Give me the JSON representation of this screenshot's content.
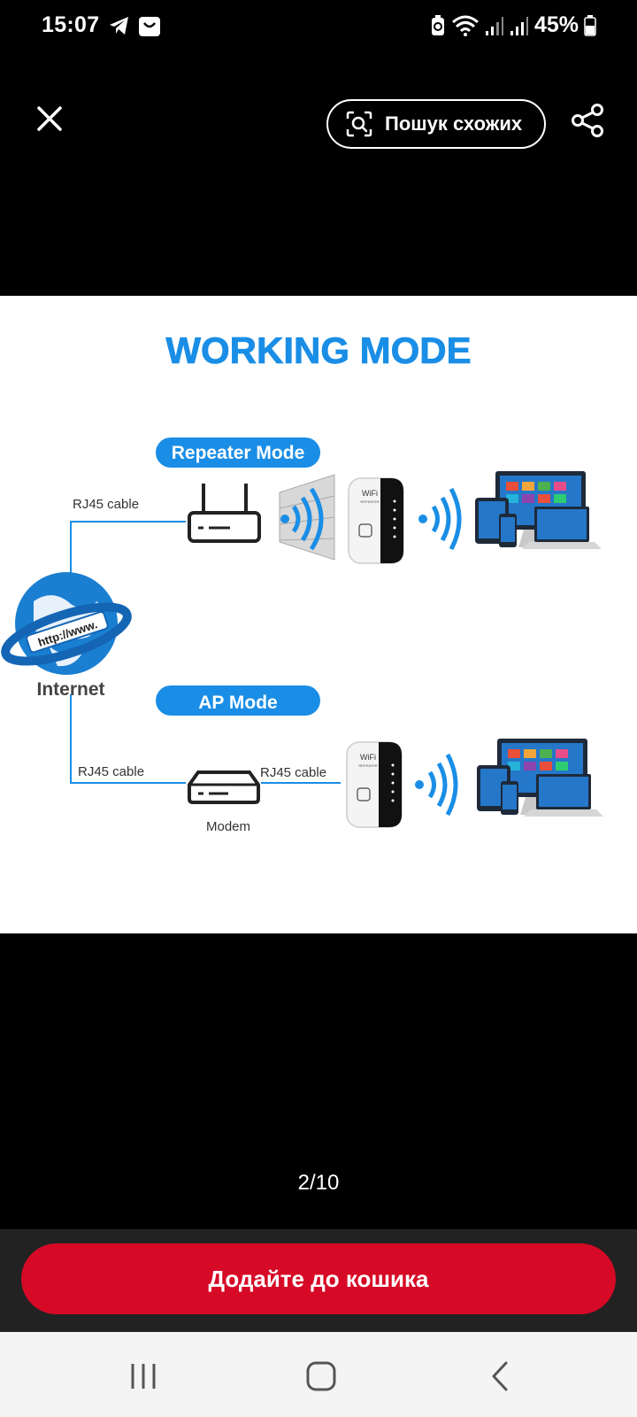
{
  "status_bar": {
    "time": "15:07",
    "battery_text": "45%",
    "icons": [
      "telegram-icon",
      "shop-bag-icon",
      "battery-saver-icon",
      "wifi-icon",
      "signal-icon",
      "signal-icon",
      "battery-icon"
    ]
  },
  "top_bar": {
    "search_similar_label": "Пошук схожих"
  },
  "product_image": {
    "title": "WORKING MODE",
    "repeater_mode_label": "Repeater Mode",
    "ap_mode_label": "AP Mode",
    "internet_label": "Internet",
    "globe_label": "http://www.",
    "rj45_top": "RJ45 cable",
    "rj45_bottom_left": "RJ45 cable",
    "rj45_bottom_right": "RJ45 cable",
    "modem_label": "Modem",
    "repeater_brand": "WiFi",
    "repeater_sub": "REPEATER"
  },
  "pager": {
    "text": "2/10"
  },
  "cart": {
    "button_label": "Додайте до кошика"
  },
  "colors": {
    "accent_red": "#d60a26",
    "diagram_blue": "#1a8ee6"
  }
}
